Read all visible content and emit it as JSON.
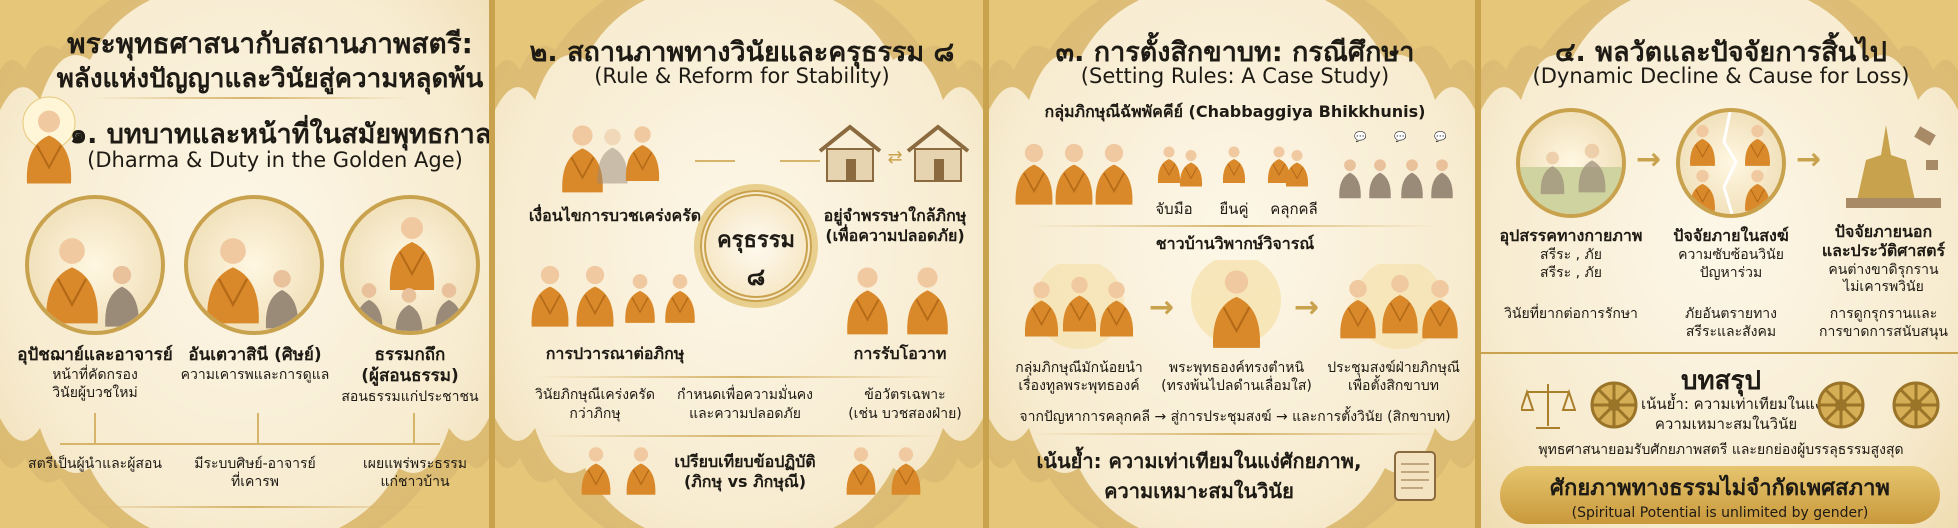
{
  "colors": {
    "gold": "#c9a24e",
    "robe": "#d9892a",
    "cream": "#fdf7e8"
  },
  "main_title": [
    "พระพุทธศาสนากับสถานภาพสตรี:",
    "พลังแห่งปัญญาและวินัยสู่ความหลุดพ้น"
  ],
  "panel1": {
    "title": "๑. บทบาทและหน้าที่ในสมัยพุทธกาล",
    "subtitle": "(Dharma & Duty in the Golden Age)",
    "roles": [
      {
        "name": "อุปัชฌาย์และอาจารย์",
        "desc": [
          "หน้าที่คัดกรอง",
          "วินัยผู้บวชใหม่"
        ]
      },
      {
        "name": "อันเตวาสินี (ศิษย์)",
        "desc": [
          "ความเคารพและการดูแล"
        ]
      },
      {
        "name": "ธรรมกถึก",
        "name2": "(ผู้สอนธรรม)",
        "desc": [
          "สอนธรรมแก่ประชาชน"
        ]
      }
    ],
    "outcomes": [
      [
        "สตรีเป็นผู้นำและผู้สอน"
      ],
      [
        "มีระบบศิษย์-อาจารย์",
        "ที่เคารพ"
      ],
      [
        "เผยแพร่พระธรรม",
        "แก่ชาวบ้าน"
      ]
    ]
  },
  "panel2": {
    "title": "๒. สถานภาพทางวินัยและครุธรรม ๘",
    "subtitle": "(Rule & Reform for Stability)",
    "badge": [
      "ครุธรรม",
      "๘"
    ],
    "items": {
      "ordination": "เงื่อนไขการบวชเคร่งครัด",
      "retreat": [
        "อยู่จำพรรษาใกล้ภิกษุ",
        "(เพื่อความปลอดภัย)"
      ],
      "pavarana": "การปวารณาต่อภิกษุ",
      "ovada": "การรับโอวาท"
    },
    "notes": [
      [
        "วินัยภิกษุณีเคร่งครัด",
        "กว่าภิกษุ"
      ],
      [
        "กำหนดเพื่อความมั่นคง",
        "และความปลอดภัย"
      ],
      [
        "ข้อวัตรเฉพาะ",
        "(เช่น บวชสองฝ่าย)"
      ]
    ],
    "compare": [
      "เปรียบเทียบข้อปฏิบัติ",
      "(ภิกษุ vs ภิกษุณี)"
    ]
  },
  "panel3": {
    "title": "๓. การตั้งสิกขาบท: กรณีศึกษา",
    "subtitle": "(Setting Rules: A Case Study)",
    "group": "กลุ่มภิกษุณีฉัพพัคคีย์ (Chabbaggiya Bhikkhunis)",
    "behaviors": [
      "จับมือ",
      "ยืนคู่",
      "คลุกคลี"
    ],
    "critique": "ชาวบ้านวิพากษ์วิจารณ์",
    "steps": [
      [
        "กลุ่มภิกษุณีมักน้อยนำ",
        "เรื่องทูลพระพุทธองค์"
      ],
      [
        "พระพุทธองค์ทรงตำหนิ",
        "(ทรงพ้นไปลดำนเลื่อมใส)"
      ],
      [
        "ประชุมสงฆ์ฝ่ายภิกษุณี",
        "เพื่อตั้งสิกขาบท"
      ]
    ],
    "flow": "จากปัญหาการคลุกคลี → สู่การประชุมสงฆ์ → และการตั้งวินัย (สิกขาบท)",
    "emphasis": [
      "เน้นย้ำ: ความเท่าเทียมในแง่ศักยภาพ,",
      "ความเหมาะสมในวินัย"
    ]
  },
  "panel4": {
    "title": "๔. พลวัตและปัจจัยการสิ้นไป",
    "subtitle": "(Dynamic Decline & Cause for Loss)",
    "factors": [
      {
        "lines": [
          "อุปสรรคทางกายภาพ",
          "สรีระ , ภัย",
          "สรีระ , ภัย"
        ],
        "result": [
          "วินัยที่ยากต่อการรักษา"
        ]
      },
      {
        "lines": [
          "ปัจจัยภายในสงฆ์",
          "ความซับซ้อนวินัย",
          "ปัญหาร่วม"
        ],
        "result": [
          "ภัยอันตรายทาง",
          "สรีระและสังคม"
        ]
      },
      {
        "lines": [
          "ปัจจัยภายนอก",
          "และประวัติศาสตร์",
          "คนต่างขาดิรุกราน",
          "ไม่เคารพวินัย"
        ],
        "result": [
          "การดูกรุกรานและ",
          "การขาดการสนับสนุน"
        ]
      }
    ],
    "conclusion": {
      "title": "บทสรุป",
      "text": [
        "เน้นย้ำ: ความเท่าเทียมในแง่",
        "ความเหมาะสมในวินัย"
      ],
      "statement": "พุทธศาสนายอมรับศักยภาพสตรี และยกย่องผู้บรรลุธรรมสูงสุด"
    },
    "banner": {
      "thai": "ศักยภาพทางธรรมไม่จำกัดเพศสภาพ",
      "english": "(Spiritual Potential is unlimited by gender)"
    }
  }
}
